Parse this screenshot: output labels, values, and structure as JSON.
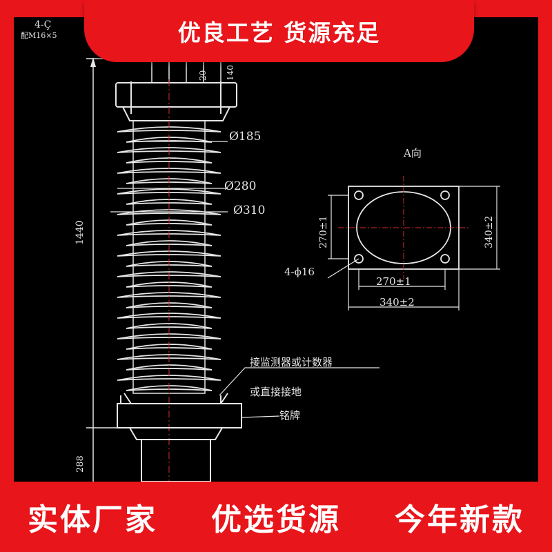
{
  "banner": {
    "text": "优良工艺 货源充足"
  },
  "footer": {
    "slogans": [
      "实体厂家",
      "优选货源",
      "今年新款"
    ]
  },
  "drawing": {
    "top_left_note_1": "4-Ç",
    "top_left_note_2": "配M16×5",
    "height_total": "1440",
    "height_top": "140",
    "height_small": "20",
    "height_base": "288",
    "diameters": [
      "Ø185",
      "Ø280",
      "Ø310"
    ],
    "view_title": "A向",
    "hole_spec": "4-ϕ16",
    "plate_inner_horizontal": "270±1",
    "plate_outer_horizontal": "340±2",
    "plate_inner_vertical": "270±1",
    "plate_outer_vertical": "340±2",
    "note_counter": "接监测器或计数器",
    "note_ground": "或直接接地",
    "note_nameplate": "铭牌"
  },
  "colors": {
    "brand_red": "#e8151b",
    "drawing_bg": "#000000",
    "line": "#e6e6e6",
    "center_line": "#d23030"
  }
}
